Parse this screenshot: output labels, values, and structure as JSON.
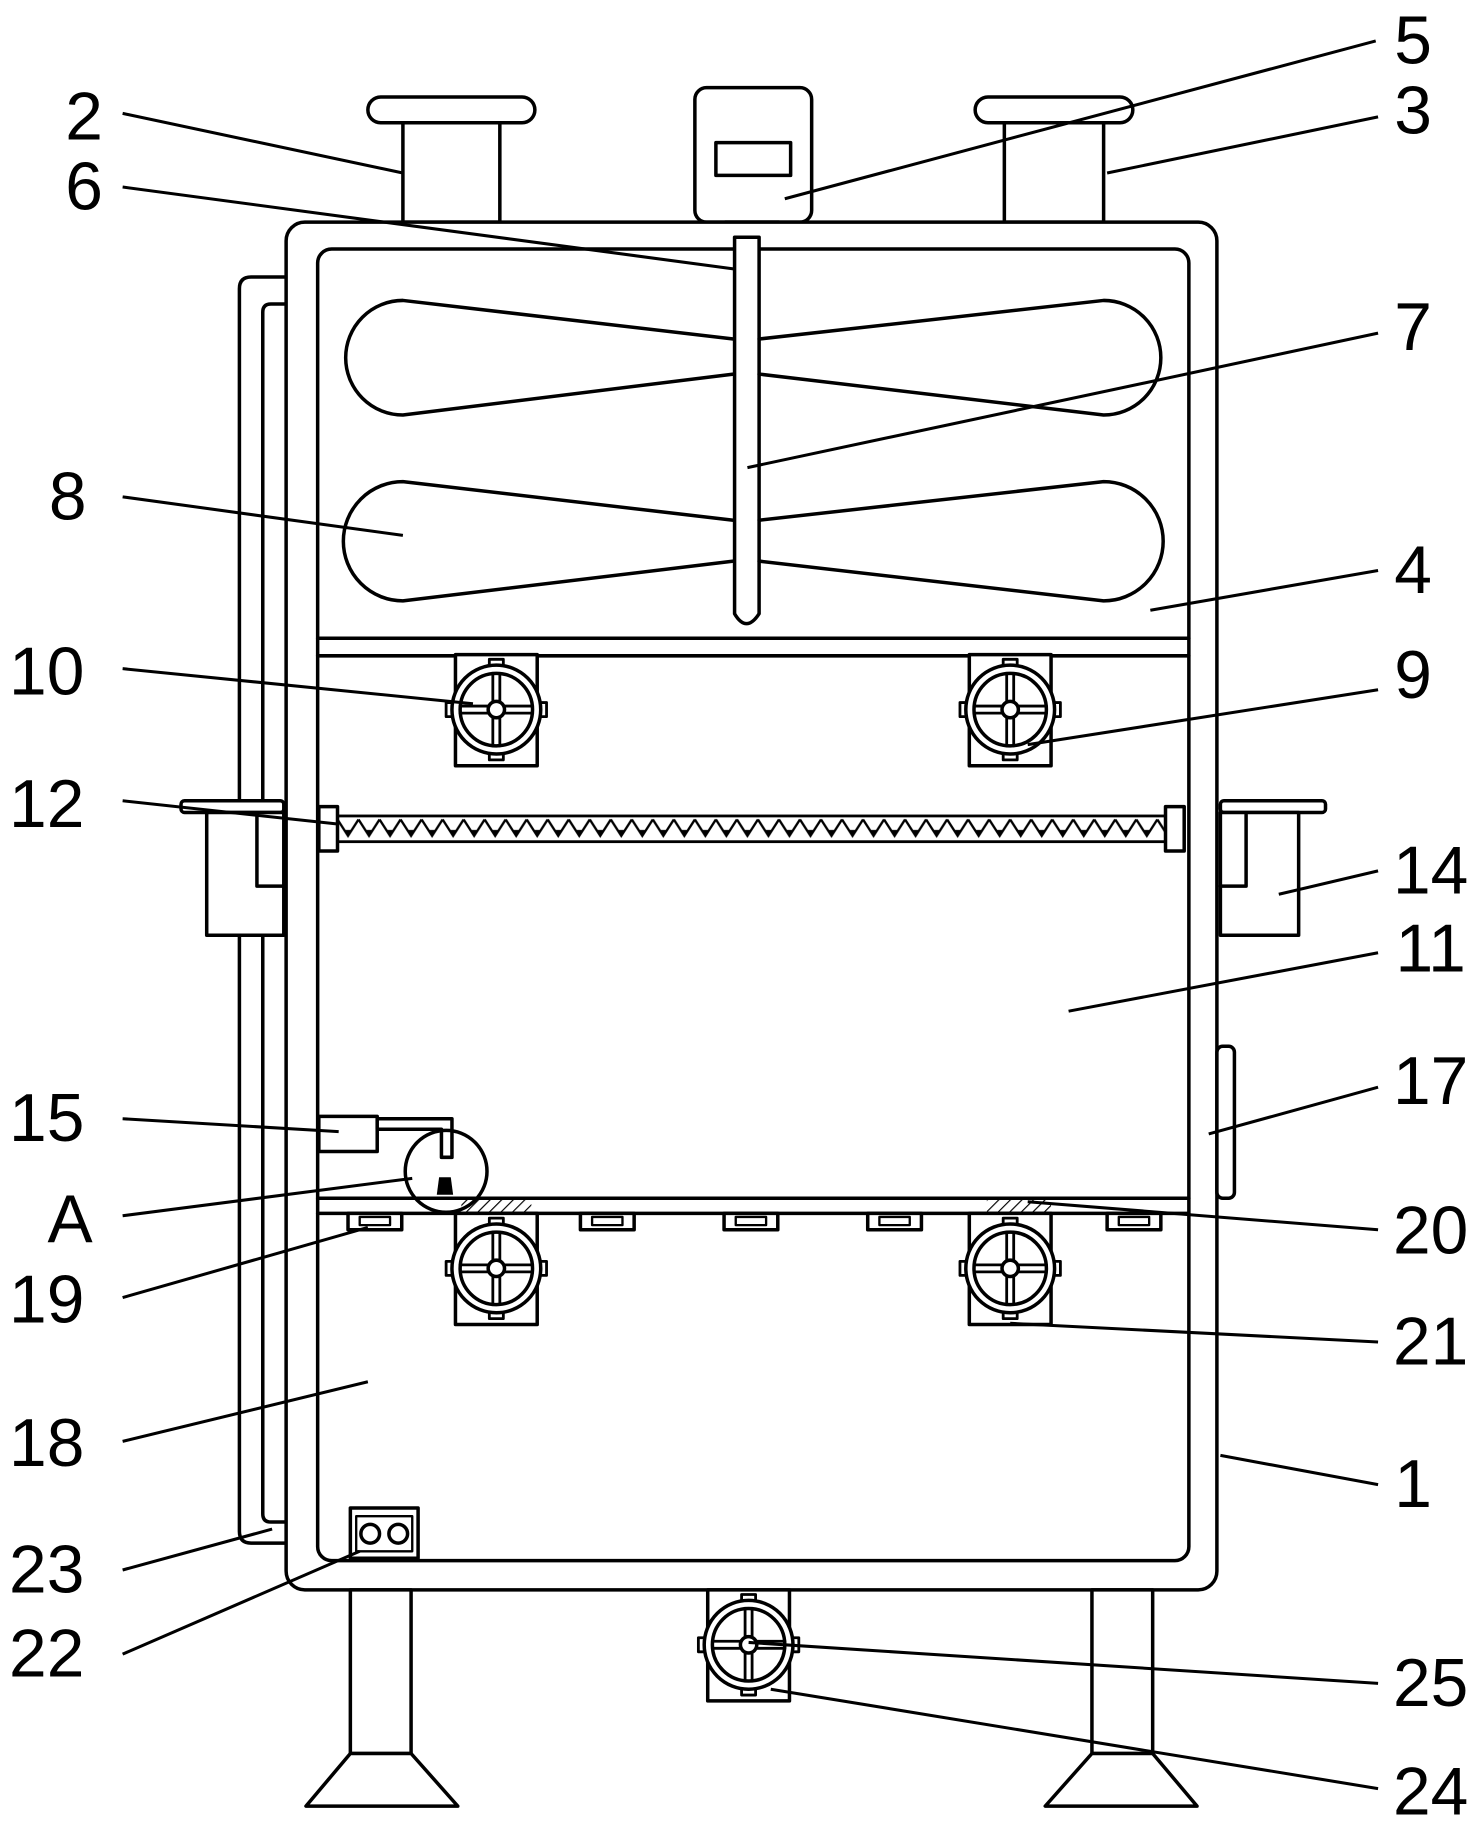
{
  "colors": {
    "line": "#000000",
    "background": "#ffffff"
  },
  "callouts": [
    "2",
    "6",
    "5",
    "3",
    "7",
    "8",
    "4",
    "10",
    "9",
    "12",
    "14",
    "11",
    "15",
    "17",
    "A",
    "20",
    "19",
    "21",
    "18",
    "1",
    "23",
    "22",
    "25",
    "24"
  ]
}
